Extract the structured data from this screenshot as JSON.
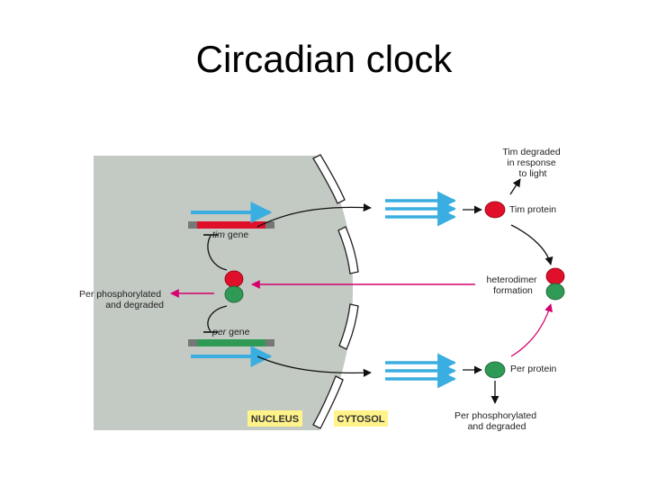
{
  "slide": {
    "title": "Circadian clock"
  },
  "diagram": {
    "colors": {
      "nucleus": "#c3c9c3",
      "mrna": "#3aaee0",
      "tim": "#e0102a",
      "per": "#2f9a55",
      "inhibition": "#d4006e",
      "label_box": "#fff38a"
    },
    "labels": {
      "tim_gene_italic": "tim",
      "tim_gene_suffix": " gene",
      "per_gene_italic": "per",
      "per_gene_suffix": " gene",
      "per_phosphorylated_nucleus": [
        "Per phosphorylated",
        "and degraded"
      ],
      "tim_degraded": [
        "Tim degraded",
        "in response",
        "to light"
      ],
      "tim_protein": "Tim protein",
      "heterodimer": [
        "heterodimer",
        "formation"
      ],
      "per_protein": "Per protein",
      "per_phosphorylated_cytosol": [
        "Per phosphorylated",
        "and degraded"
      ],
      "nucleus": "NUCLEUS",
      "cytosol": "CYTOSOL"
    }
  }
}
